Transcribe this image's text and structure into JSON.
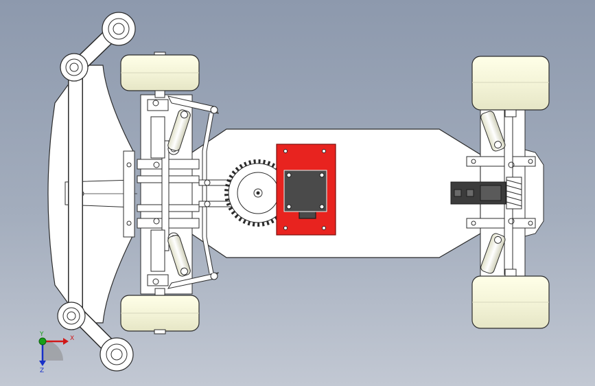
{
  "viewport": {
    "background_top": "#8d99ad",
    "background_bottom": "#c2c8d3"
  },
  "model": {
    "part_fill": "#ffffff",
    "tire_fill": "#f8f8e6",
    "outline": "#2b2b2b",
    "motor_mount_color": "#e8231f",
    "motor_color": "#4a4a4a",
    "receiver_color": "#3c3c3c",
    "components": [
      "chassis-plate",
      "front-bumper",
      "front-tires",
      "rear-tires",
      "front-suspension",
      "rear-suspension",
      "shock-absorbers",
      "steering-links",
      "spur-gear",
      "motor-mount",
      "motor",
      "receiver"
    ]
  },
  "triad": {
    "x_label": "X",
    "y_label": "Y",
    "z_label": "Z",
    "x_color": "#d01818",
    "y_color": "#18a018",
    "z_color": "#1830c8"
  }
}
